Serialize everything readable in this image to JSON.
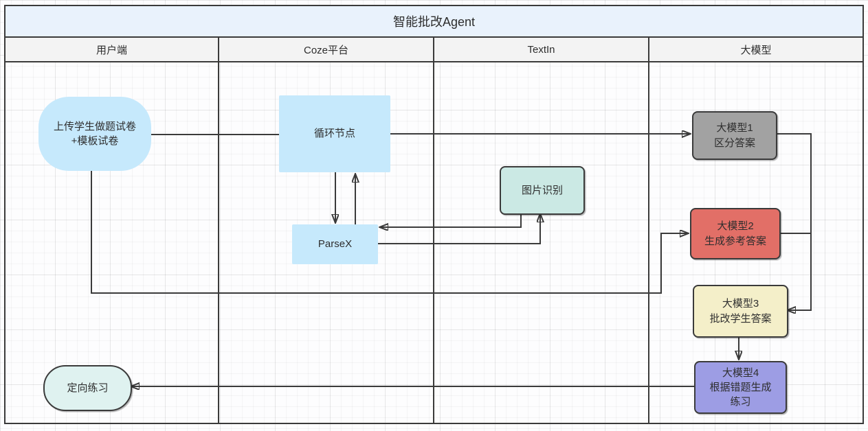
{
  "title": "智能批改Agent",
  "lanes": [
    {
      "label": "用户端"
    },
    {
      "label": "Coze平台"
    },
    {
      "label": "TextIn"
    },
    {
      "label": "大模型"
    }
  ],
  "nodes": {
    "upload": {
      "label": "上传学生做题试卷\n+模板试卷",
      "fill": "#c6e9fc"
    },
    "loop": {
      "label": "循环节点",
      "fill": "#c6e9fc"
    },
    "parsex": {
      "label": "ParseX",
      "fill": "#c6e9fc"
    },
    "image_recognition": {
      "label": "图片识别",
      "fill": "#cbe9e4"
    },
    "llm1": {
      "label": "大模型1\n区分答案",
      "fill": "#a2a2a2"
    },
    "llm2": {
      "label": "大模型2\n生成参考答案",
      "fill": "#e26f67"
    },
    "llm3": {
      "label": "大模型3\n批改学生答案",
      "fill": "#f4efc9"
    },
    "llm4": {
      "label": "大模型4\n根据错题生成\n练习",
      "fill": "#9d9de4"
    },
    "practice": {
      "label": "定向练习",
      "fill": "#dff2f0"
    }
  },
  "colors": {
    "title_bar_bg": "#e9f2fc",
    "lane_header_bg": "#f3f3f3",
    "border": "#3a3a3a",
    "connector": "#3a3a3a"
  }
}
